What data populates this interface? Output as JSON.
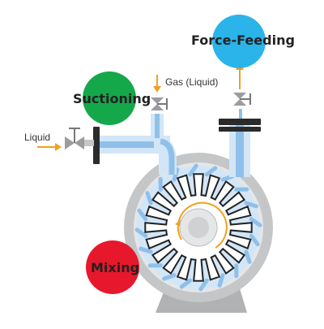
{
  "labels": {
    "suctioning": "Suctioning",
    "force_feeding": "Force-Feeding",
    "mixing": "Mixing",
    "liquid_in": "Liquid",
    "gas_liquid": "Gas (Liquid)"
  },
  "colors": {
    "suctioning_bubble": "#15a84a",
    "force_feeding_bubble": "#2ab4ea",
    "mixing_bubble": "#e8182c",
    "arrow": "#f0a020",
    "pipe_fill": "#d2e6f7",
    "flow_blue": "#8fc0ea",
    "casing": "#c4c6c8",
    "casing_inner": "#e4e6e8",
    "impeller_line": "#222222",
    "rotation_arrow": "#f0a020",
    "base": "#b0b2b4",
    "valve": "#9a9ca0",
    "flange": "#2b2b2b"
  },
  "icons": {
    "inlet_valve": "valve-icon",
    "gas_valve": "valve-icon",
    "outlet_valve": "valve-icon",
    "rotation": "rotation-arrow-icon"
  }
}
